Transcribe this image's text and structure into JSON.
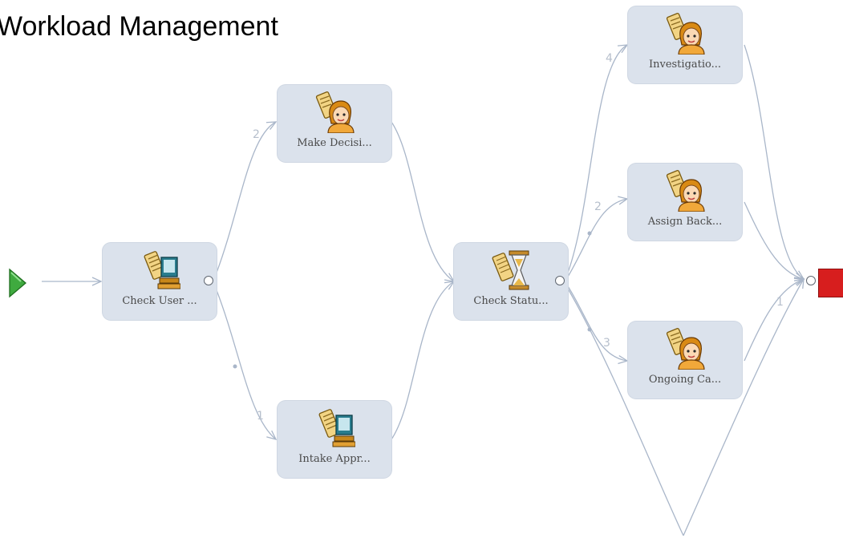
{
  "title": "Workload Management",
  "nodes": {
    "check_user": {
      "label": "Check User ..."
    },
    "make_decision": {
      "label": "Make Decisi..."
    },
    "intake_approval": {
      "label": "Intake Appr..."
    },
    "check_status": {
      "label": "Check Statu..."
    },
    "investigation": {
      "label": "Investigatio..."
    },
    "assign_back": {
      "label": "Assign Back..."
    },
    "ongoing_case": {
      "label": "Ongoing Ca..."
    }
  },
  "edge_labels": {
    "to_make_decision": "2",
    "to_intake_approval": "1",
    "to_investigation": "4",
    "to_assign_back": "2",
    "to_ongoing_case": "3",
    "bypass_to_end": "1"
  },
  "colors": {
    "node_bg": "#dbe2ec",
    "edge": "#a9b6c9",
    "start": "#3faa3f",
    "end": "#d71e1e"
  },
  "icons": {
    "start": "start-triangle-icon",
    "end": "end-square-icon",
    "check_user": "script-computer-icon",
    "make_decision": "human-task-icon",
    "intake_approval": "script-computer-icon",
    "check_status": "script-hourglass-icon",
    "investigation": "human-task-icon",
    "assign_back": "human-task-icon",
    "ongoing_case": "human-task-icon"
  }
}
